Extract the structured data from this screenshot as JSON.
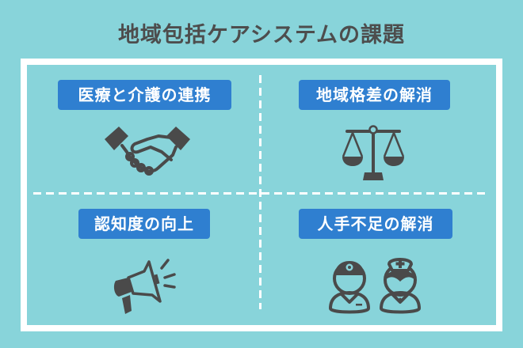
{
  "title": "地域包括ケアシステムの課題",
  "colors": {
    "background": "#88d4da",
    "frame": "#ffffff",
    "badge": "#2f7fd0",
    "badge_text": "#ffffff",
    "icon": "#4a4a4a",
    "title_text": "#4d4d4d"
  },
  "quadrants": [
    {
      "label": "医療と介護の連携",
      "icon": "handshake-icon"
    },
    {
      "label": "地域格差の解消",
      "icon": "scales-icon"
    },
    {
      "label": "認知度の向上",
      "icon": "megaphone-icon"
    },
    {
      "label": "人手不足の解消",
      "icon": "doctor-nurse-icon"
    }
  ]
}
